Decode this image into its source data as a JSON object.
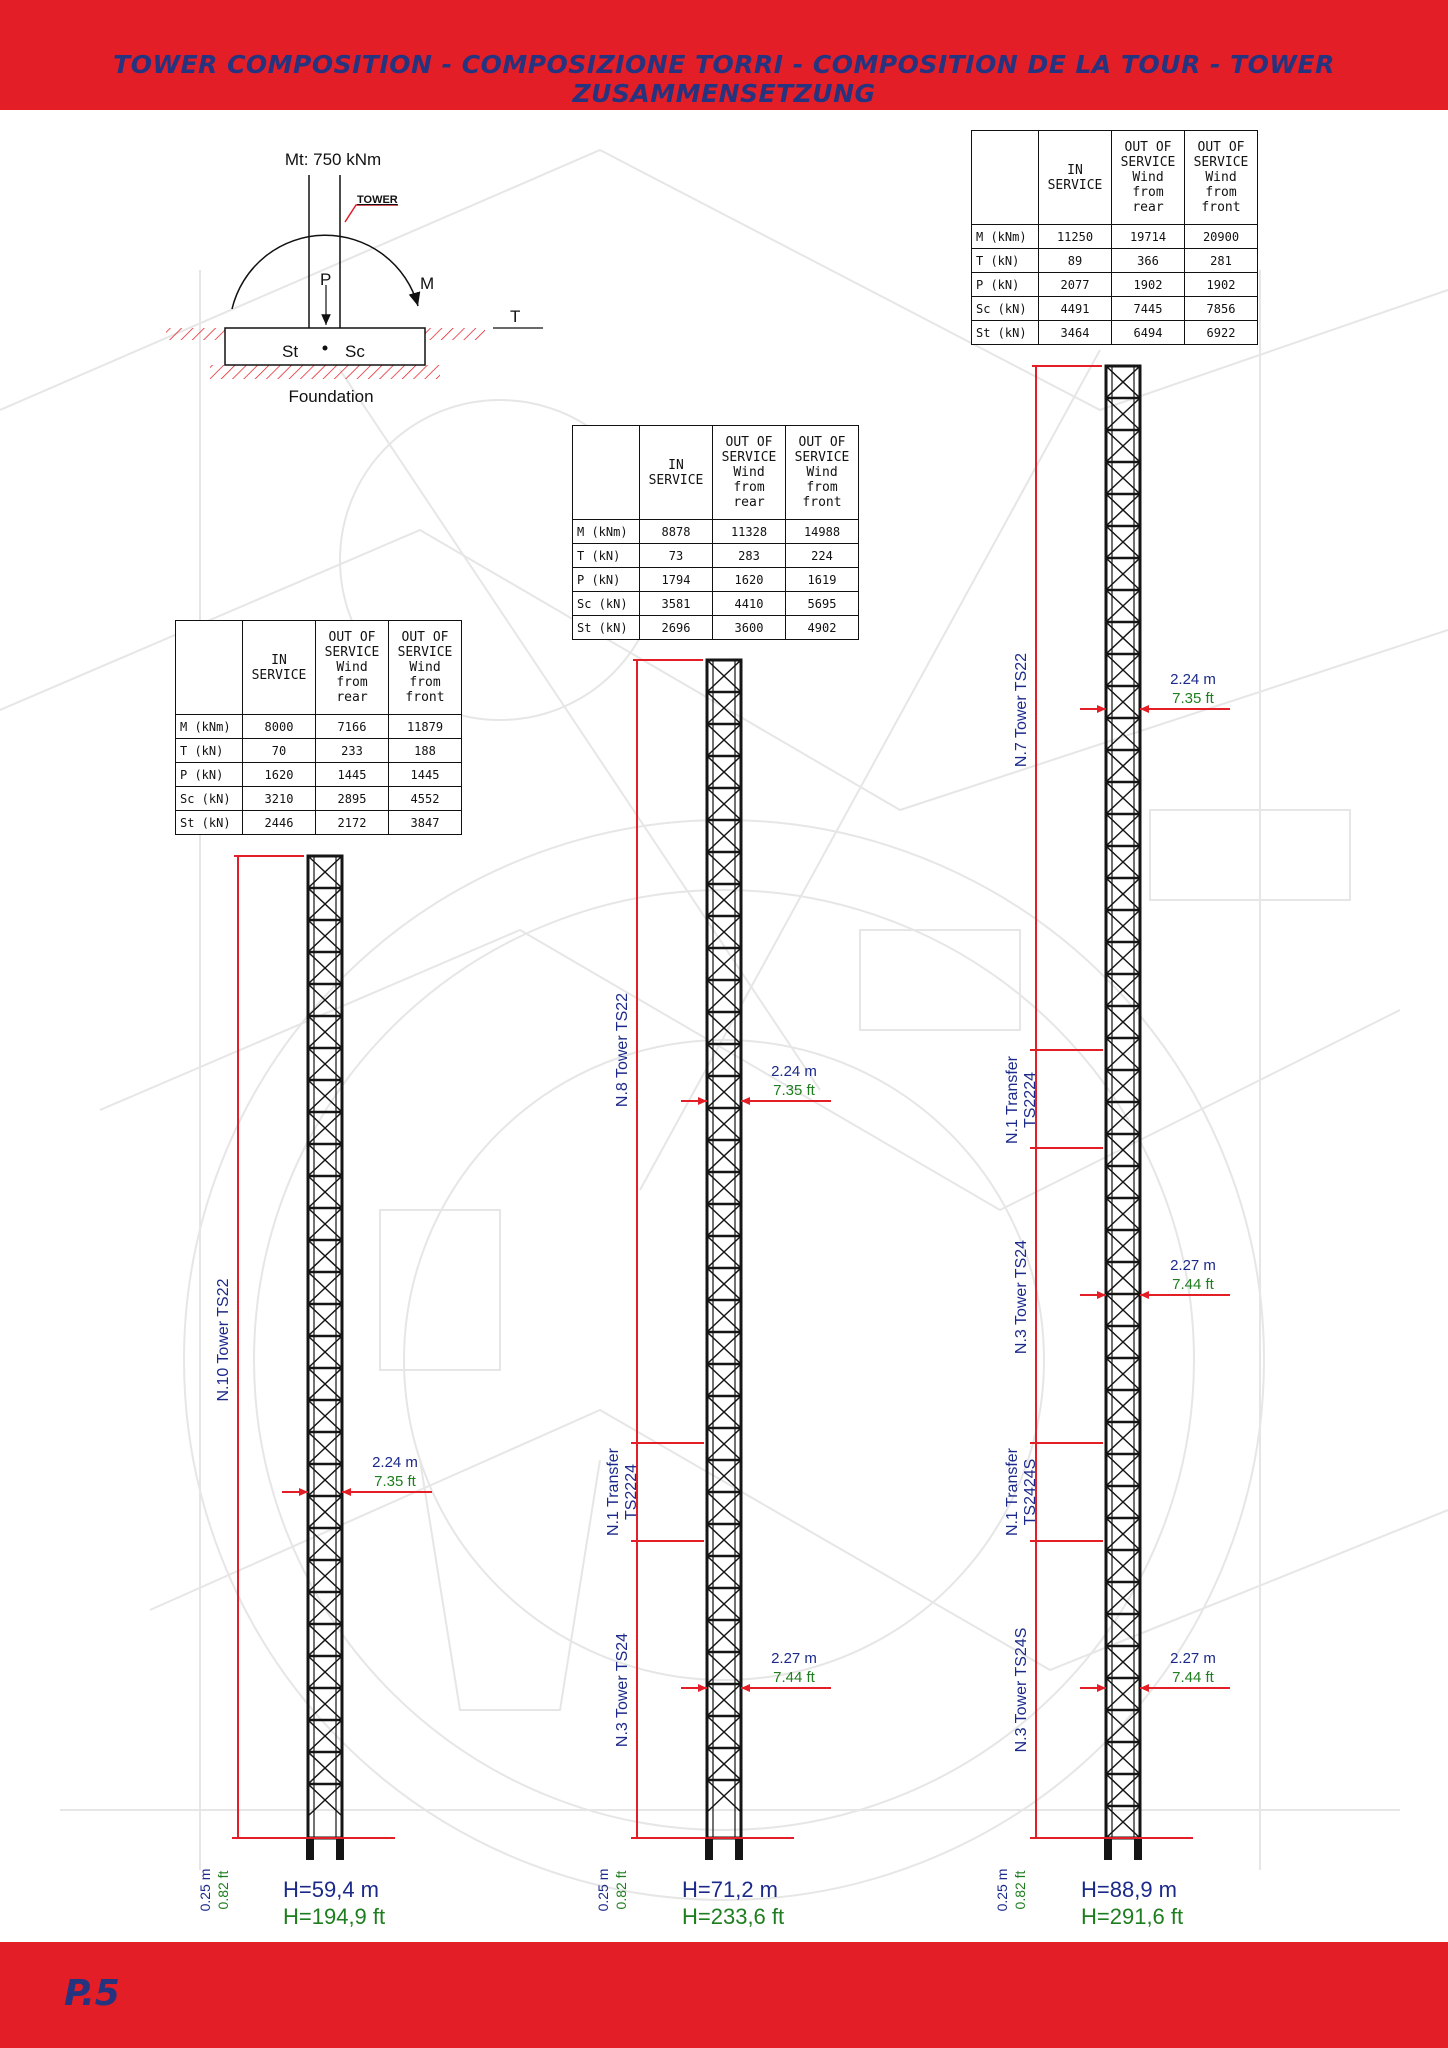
{
  "header": {
    "title": "TOWER COMPOSITION - COMPOSIZIONE TORRI - COMPOSITION DE LA TOUR - TOWER ZUSAMMENSETZUNG"
  },
  "footer": {
    "page": "P.5"
  },
  "foundation_diagram": {
    "moment": "Mt: 750 kNm",
    "tower_label": "TOWER",
    "p": "P",
    "m": "M",
    "t": "T",
    "st": "St",
    "sc": "Sc",
    "foundation": "Foundation"
  },
  "table_headers": {
    "in_service": [
      "IN",
      "SERVICE"
    ],
    "out_rear": [
      "OUT OF",
      "SERVICE",
      "Wind",
      "from",
      "rear"
    ],
    "out_front": [
      "OUT OF",
      "SERVICE",
      "Wind",
      "from",
      "front"
    ]
  },
  "table_row_labels": [
    "M (kNm)",
    "T (kN)",
    "P (kN)",
    "Sc (kN)",
    "St (kN)"
  ],
  "towers": [
    {
      "table": [
        [
          "8000",
          "7166",
          "11879"
        ],
        [
          "70",
          "233",
          "188"
        ],
        [
          "1620",
          "1445",
          "1445"
        ],
        [
          "3210",
          "2895",
          "4552"
        ],
        [
          "2446",
          "2172",
          "3847"
        ]
      ],
      "sections": [
        {
          "label": [
            "N.10 Tower TS22"
          ]
        }
      ],
      "widths": [
        {
          "m": "2.24 m",
          "ft": "7.35 ft"
        }
      ],
      "base_m": "0.25 m",
      "base_ft": "0.82 ft",
      "height_m": "H=59,4 m",
      "height_ft": "H=194,9 ft"
    },
    {
      "table": [
        [
          "8878",
          "11328",
          "14988"
        ],
        [
          "73",
          "283",
          "224"
        ],
        [
          "1794",
          "1620",
          "1619"
        ],
        [
          "3581",
          "4410",
          "5695"
        ],
        [
          "2696",
          "3600",
          "4902"
        ]
      ],
      "sections": [
        {
          "label": [
            "N.8 Tower TS22"
          ]
        },
        {
          "label": [
            "N.1 Transfer",
            "TS2224"
          ]
        },
        {
          "label": [
            "N.3 Tower TS24"
          ]
        }
      ],
      "widths": [
        {
          "m": "2.24 m",
          "ft": "7.35 ft"
        },
        {
          "m": "2.27 m",
          "ft": "7.44 ft"
        }
      ],
      "base_m": "0.25 m",
      "base_ft": "0.82 ft",
      "height_m": "H=71,2 m",
      "height_ft": "H=233,6 ft"
    },
    {
      "table": [
        [
          "11250",
          "19714",
          "20900"
        ],
        [
          "89",
          "366",
          "281"
        ],
        [
          "2077",
          "1902",
          "1902"
        ],
        [
          "4491",
          "7445",
          "7856"
        ],
        [
          "3464",
          "6494",
          "6922"
        ]
      ],
      "sections": [
        {
          "label": [
            "N.7 Tower TS22"
          ]
        },
        {
          "label": [
            "N.1 Transfer",
            "TS2224"
          ]
        },
        {
          "label": [
            "N.3 Tower TS24"
          ]
        },
        {
          "label": [
            "N.1 Transfer",
            "TS2424S"
          ]
        },
        {
          "label": [
            "N.3 Tower TS24S"
          ]
        }
      ],
      "widths": [
        {
          "m": "2.24 m",
          "ft": "7.35 ft"
        },
        {
          "m": "2.27 m",
          "ft": "7.44 ft"
        },
        {
          "m": "2.27 m",
          "ft": "7.44 ft"
        }
      ],
      "base_m": "0.25 m",
      "base_ft": "0.82 ft",
      "height_m": "H=88,9 m",
      "height_ft": "H=291,6 ft"
    }
  ],
  "colors": {
    "banner": "#e41e26",
    "title": "#26337f",
    "label_blue": "#1b2a8a",
    "label_green": "#1e7d1e",
    "dimension_red": "#e41e26",
    "lattice": "#151515"
  }
}
